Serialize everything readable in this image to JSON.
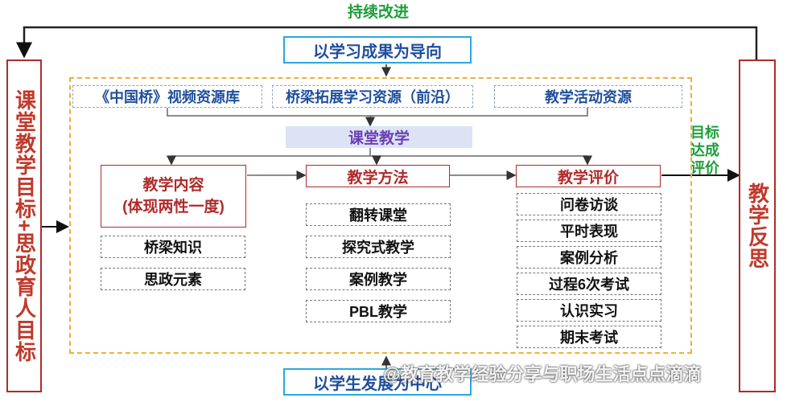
{
  "top_label": "持续改进",
  "guide_top": "以学习成果为导向",
  "guide_bottom": "以学生发展为中心",
  "left_box": "课堂教学目标+思政育人目标",
  "right_box": "教学反思",
  "right_label": "目标达成评价",
  "resources": [
    "《中国桥》视频资源库",
    "桥梁拓展学习资源（前沿）",
    "教学活动资源"
  ],
  "classroom": "课堂教学",
  "content": {
    "title": "教学内容\n(体现两性一度)",
    "items": [
      "桥梁知识",
      "思政元素"
    ]
  },
  "method": {
    "title": "教学方法",
    "items": [
      "翻转课堂",
      "探究式教学",
      "案例教学",
      "PBL教学"
    ]
  },
  "evaluation": {
    "title": "教学评价",
    "items": [
      "问卷访谈",
      "平时表现",
      "案例分析",
      "过程6次考试",
      "认识实习",
      "期末考试"
    ]
  },
  "watermark": "@教育教学经验分享与职场生活点点滴滴",
  "colors": {
    "red": "#b02a2a",
    "blue_border": "#29a8e0",
    "navy": "#1f4e9c",
    "green": "#1e9e3a",
    "dashed_frame": "#f0b132",
    "band": "#dde3f5"
  }
}
